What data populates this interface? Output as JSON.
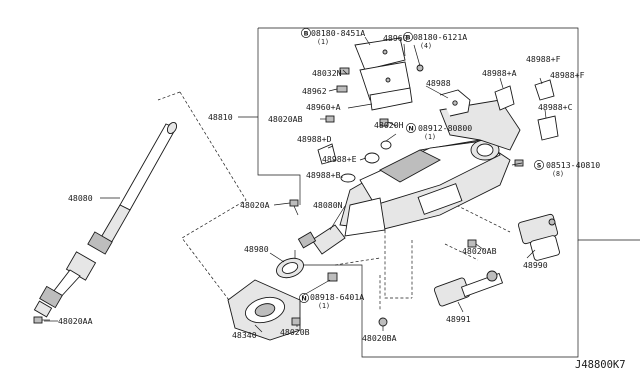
{
  "labels": {
    "bolt_a_8451": "08180-8451A",
    "bolt_a_8451_qty": "(1)",
    "part_48960": "48960",
    "bolt_b_6121": "08180-6121A",
    "bolt_b_6121_qty": "(4)",
    "part_48032n": "48032N",
    "part_48962": "48962",
    "part_48960a": "48960+A",
    "part_48020ab_top": "48020AB",
    "part_48988d": "48988+D",
    "part_48988e": "48988+E",
    "part_48988b": "48988+B",
    "part_48810": "48810",
    "part_48080": "48080",
    "part_48988": "48988",
    "part_48988a": "48988+A",
    "part_48988f": "48988+F",
    "part_48988f2": "48988+F",
    "part_48988c": "48988+C",
    "part_48020h": "48020H",
    "nut_08912": "08912-80800",
    "nut_08912_qty": "(1)",
    "bolt_08513": "08513-40810",
    "bolt_08513_qty": "(8)",
    "part_48020a": "48020A",
    "part_48080n": "48080N",
    "part_48980": "48980",
    "part_48990": "48990",
    "part_48020ab_bot": "48020AB",
    "nut_08918": "08918-6401A",
    "nut_08918_qty": "(1)",
    "part_48340": "48340",
    "part_48020b": "48020B",
    "part_48991": "48991",
    "part_48020ba": "48020BA",
    "part_48020aa": "48020AA",
    "diagram_code": "J48800K7"
  },
  "callouts": {
    "b": "B",
    "n": "N",
    "s": "S"
  }
}
